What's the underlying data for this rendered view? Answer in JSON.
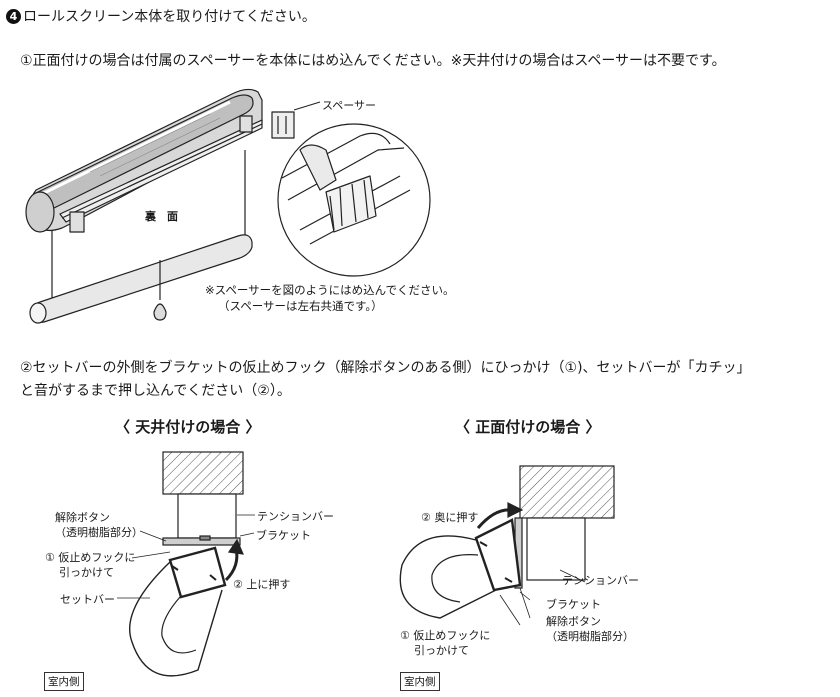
{
  "step4": {
    "badge": "4",
    "title": "ロールスクリーン本体を取り付けてください。"
  },
  "instr1": "①正面付けの場合は付属のスペーサーを本体にはめ込んでください。※天井付けの場合はスペーサーは不要です。",
  "fig1": {
    "spacer_label": "スペーサー",
    "back_label": "裏　面",
    "note_line1": "※スペーサーを図のようにはめ込んでください。",
    "note_line2": "（スペーサーは左右共通です。）"
  },
  "instr2_line1": "②セットバーの外側をブラケットの仮止めフック（解除ボタンのある側）にひっかけ（①)、セットバーが「カチッ」",
  "instr2_line2": "と音がするまで押し込んでください（②）。",
  "ceiling": {
    "title": "〈 天井付けの場合 〉",
    "release_button_1": "解除ボタン",
    "release_button_2": "（透明樹脂部分）",
    "hook_1": "① 仮止めフックに",
    "hook_2": "引っかけて",
    "setbar": "セットバー",
    "tension_bar": "テンションバー",
    "bracket": "ブラケット",
    "push_up": "② 上に押す",
    "indoor": "室内側"
  },
  "front": {
    "title": "〈 正面付けの場合 〉",
    "push_back": "② 奥に押す",
    "tension_bar": "テンションバー",
    "bracket": "ブラケット",
    "release_button_1": "解除ボタン",
    "release_button_2": "（透明樹脂部分）",
    "hook_1": "① 仮止めフックに",
    "hook_2": "引っかけて",
    "indoor": "室内側"
  }
}
